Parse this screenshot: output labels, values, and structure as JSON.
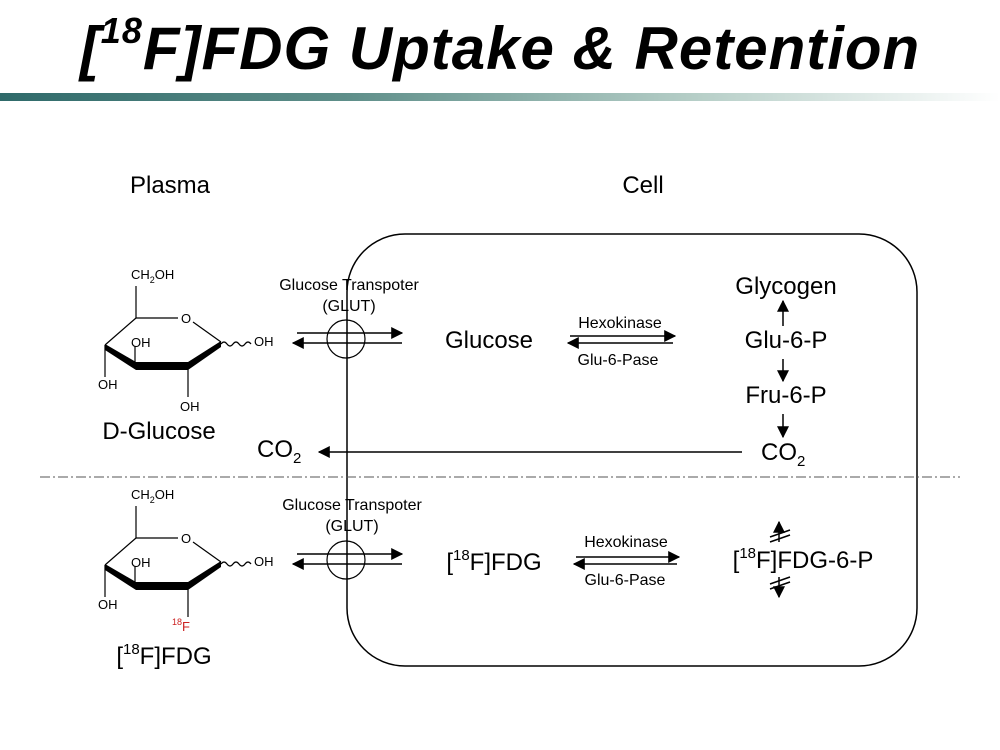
{
  "title": {
    "prefix": "[",
    "sup": "18",
    "rest": "F]FDG Uptake & Retention"
  },
  "regions": {
    "plasma": "Plasma",
    "cell": "Cell"
  },
  "glucose_structure": {
    "ch2oh": "CH",
    "ch2oh_sub": "2",
    "ch2oh_tail": "OH",
    "ring_o": "O",
    "oh_anomeric": "OH",
    "oh_c4": "OH",
    "oh_c3": "OH",
    "oh_c2": "OH",
    "name": "D-Glucose"
  },
  "fdg_structure": {
    "ch2oh": "CH",
    "ch2oh_sub": "2",
    "ch2oh_tail": "OH",
    "ring_o": "O",
    "oh_anomeric": "OH",
    "oh_c4": "OH",
    "oh_c3": "OH",
    "f_sup": "18",
    "f_label": "F",
    "name_open": "[",
    "name_sup": "18",
    "name_rest": "F]FDG"
  },
  "top_pathway": {
    "transporter_line1": "Glucose Transpoter",
    "transporter_line2": "(GLUT)",
    "glucose": "Glucose",
    "hexokinase": "Hexokinase",
    "glu6pase": "Glu-6-Pase",
    "glycogen": "Glycogen",
    "glu6p": "Glu-6-P",
    "fru6p": "Fru-6-P",
    "co2_cell": "CO",
    "co2_cell_sub": "2",
    "co2_plasma": "CO",
    "co2_plasma_sub": "2"
  },
  "bottom_pathway": {
    "transporter_line1": "Glucose Transpoter",
    "transporter_line2": "(GLUT)",
    "fdg_open": "[",
    "fdg_sup": "18",
    "fdg_rest": "F]FDG",
    "hexokinase": "Hexokinase",
    "glu6pase": "Glu-6-Pase",
    "fdg6p_open": "[",
    "fdg6p_sup": "18",
    "fdg6p_rest": "F]FDG-6-P"
  },
  "colors": {
    "fluorine": "#cc2222",
    "title_bar_start": "#2f6a6a"
  }
}
